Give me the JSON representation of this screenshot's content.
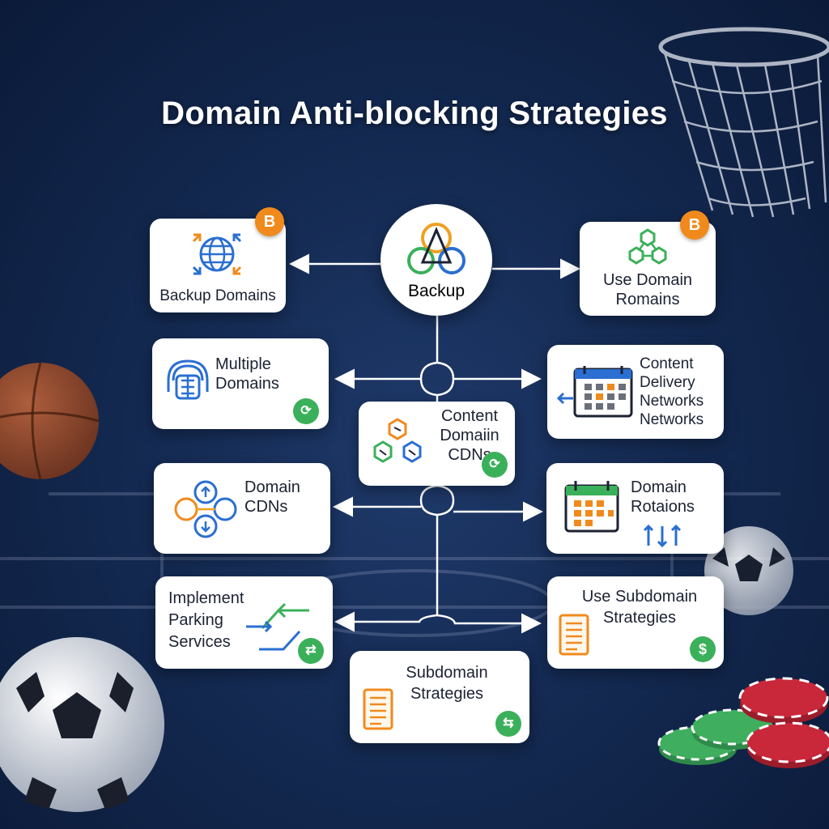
{
  "title": "Domain Anti-blocking Strategies",
  "hub": {
    "label": "Backup",
    "icon": "triangle-nodes-icon"
  },
  "badges": {
    "b_letter": "B"
  },
  "nodes": {
    "backup_domains": {
      "label": "Backup Domains",
      "icon": "globe-arrows-icon"
    },
    "use_domain_romains": {
      "label": "Use Domain\nRomains",
      "icon": "hexagon-network-icon"
    },
    "multiple_domains": {
      "label": "Multiple\nDomains",
      "icon": "shield-globe-icon"
    },
    "content_delivery_networks": {
      "label": "Content\nDelivery\nNetworks\nNetworks",
      "icon": "calendar-grid-icon"
    },
    "content_domain_cdns": {
      "label": "Content\nDomaiin\nCDNs",
      "icon": "hexagon-cluster-icon"
    },
    "domain_cdns": {
      "label": "Domain\nCDNs",
      "icon": "arrows-network-icon"
    },
    "domain_rotaions": {
      "label": "Domain\nRotaions",
      "icon": "calendar-icon"
    },
    "implement_parking_services": {
      "label": "Implement\nParking\nServices",
      "icon": "routing-arrows-icon"
    },
    "use_subdomain_strategies": {
      "label": "Use Subdomain\nStrategies",
      "icon": "document-icon"
    },
    "subdomain_strategies": {
      "label": "Subdomain\nStrategies",
      "icon": "document-icon"
    }
  },
  "colors": {
    "background": "#142a52",
    "card": "#ffffff",
    "accent_orange": "#f08a1c",
    "accent_green": "#3bb05a",
    "accent_blue": "#2a6fd1"
  }
}
